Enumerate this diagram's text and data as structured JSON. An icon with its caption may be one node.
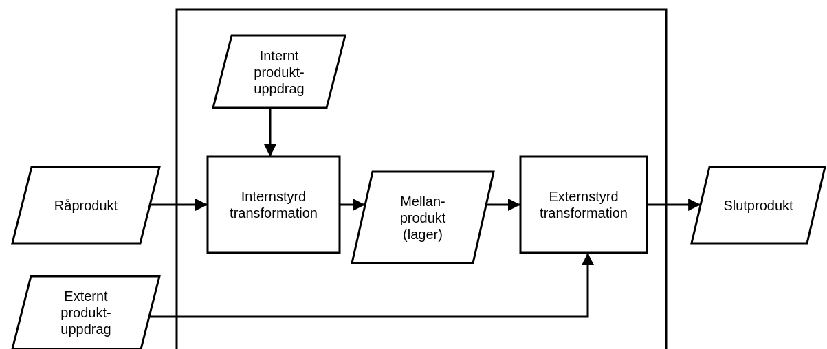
{
  "diagram": {
    "nodes": [
      {
        "text": [],
        "shape": "box"
      },
      {
        "text": [
          "Internt produkt- uppdrag"
        ],
        "in": 0
      },
      {
        "text": [
          "Råprodukt"
        ]
      },
      {
        "text": [
          "Internstyrd transformation"
        ],
        "in": 0
      },
      {
        "text": [
          "Mellan- produkt (lager)"
        ],
        "in": 0
      },
      {
        "text": [
          "Externstyrd transformation"
        ],
        "in": 0
      },
      {
        "text": [
          "Slutprodukt"
        ]
      },
      {
        "text": [
          "Externt produkt- uppdrag"
        ]
      }
    ],
    "edges": [
      {
        "from": 1,
        "to": 3,
        "arrow": "to"
      },
      {
        "from": 2,
        "to": 3,
        "arrow": "to"
      },
      {
        "from": 3,
        "to": 4,
        "arrow": "to"
      },
      {
        "from": 4,
        "to": 5,
        "arrow": "to"
      },
      {
        "from": 5,
        "to": 6,
        "arrow": "to"
      },
      {
        "from": 7,
        "to": 5,
        "arrow": "to"
      }
    ]
  }
}
